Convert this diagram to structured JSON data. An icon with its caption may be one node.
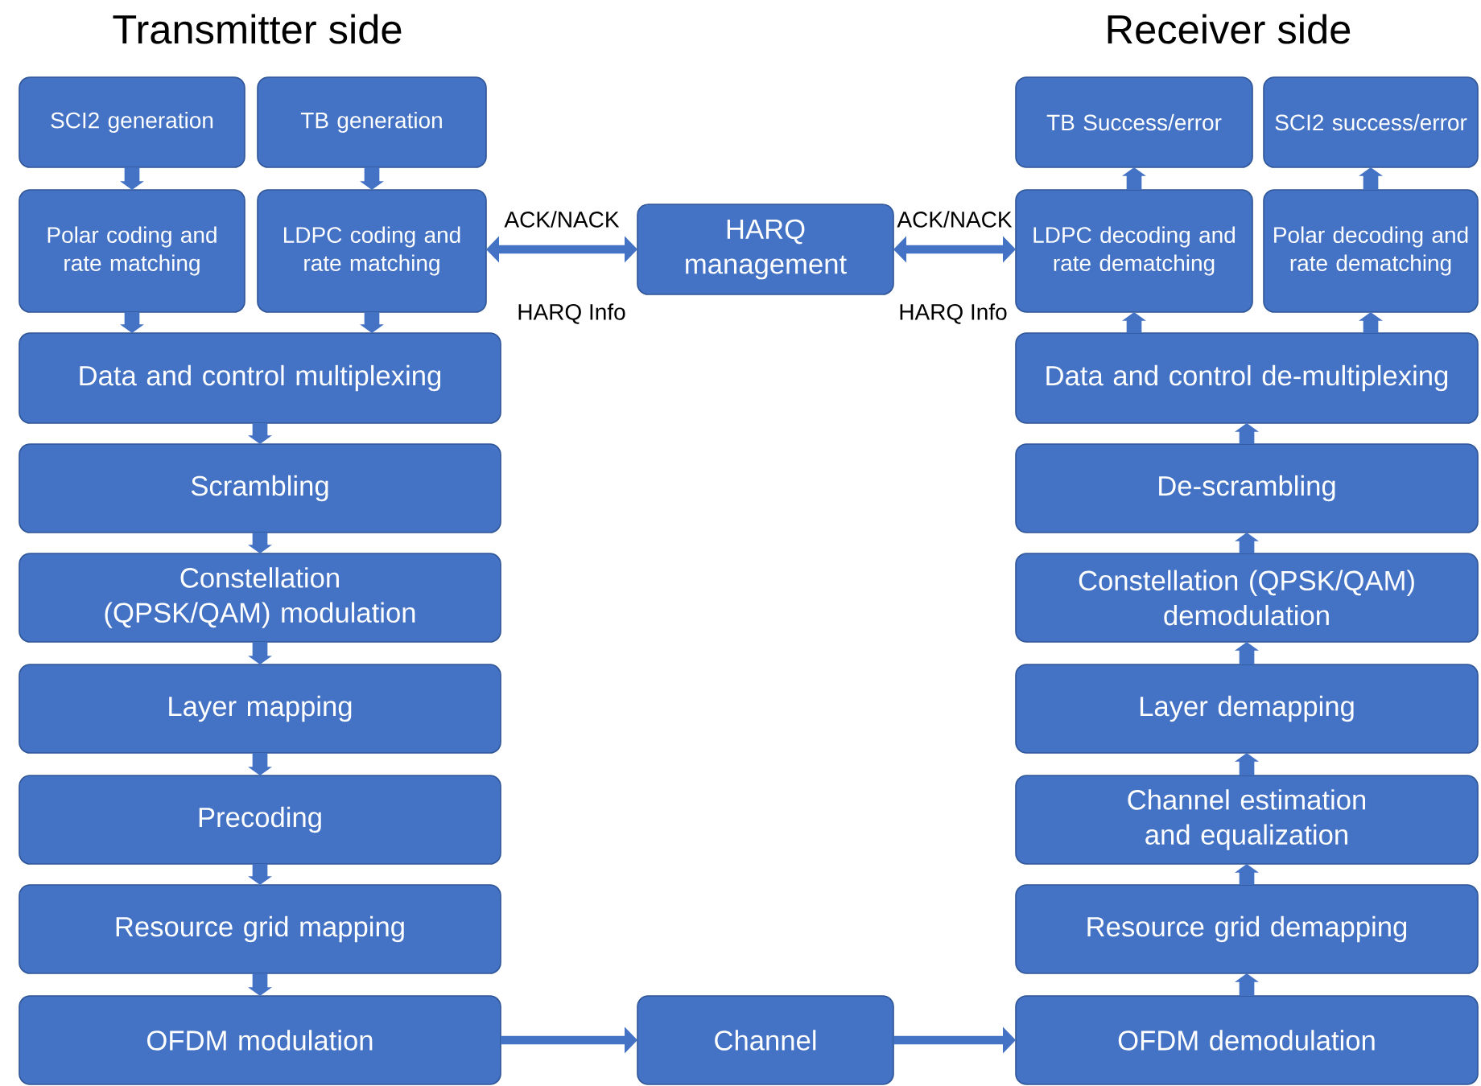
{
  "diagram": {
    "nodes": [
      {
        "text": [
          "SCI2 generation"
        ]
      },
      {
        "text": [
          "TB generation"
        ]
      },
      {
        "text": [
          "Polar coding and rate matching"
        ]
      },
      {
        "text": [
          "LDPC coding and rate matching"
        ]
      },
      {
        "text": [
          "Data and control multiplexing"
        ]
      },
      {
        "text": [
          "Scrambling"
        ]
      },
      {
        "text": [
          "Constellation (QPSK/QAM) modulation"
        ]
      },
      {
        "text": [
          "Layer mapping"
        ]
      },
      {
        "text": [
          "Precoding"
        ]
      },
      {
        "text": [
          "Resource grid mapping"
        ]
      },
      {
        "text": [
          "OFDM modulation"
        ]
      },
      {
        "text": [
          "HARQ management"
        ]
      },
      {
        "text": [
          "Channel"
        ]
      },
      {
        "text": [
          "TB Success/error"
        ]
      },
      {
        "text": [
          "SCI2 success/error"
        ]
      },
      {
        "text": [
          "LDPC decoding and rate dematching"
        ]
      },
      {
        "text": [
          "Polar decoding and rate dematching"
        ]
      },
      {
        "text": [
          "Data and control de-multiplexing"
        ]
      },
      {
        "text": [
          "De-scrambling"
        ]
      },
      {
        "text": [
          "Constellation (QPSK/QAM) demodulation"
        ]
      },
      {
        "text": [
          "Layer demapping"
        ]
      },
      {
        "text": [
          "Channel estimation and equalization"
        ]
      },
      {
        "text": [
          "Resource grid demapping"
        ]
      },
      {
        "text": [
          "OFDM demodulation"
        ]
      }
    ],
    "edges": [
      {
        "from": 0,
        "to": 2,
        "arrow": "to"
      },
      {
        "from": 1,
        "to": 3,
        "arrow": "to"
      },
      {
        "from": 2,
        "to": 4,
        "arrow": "to"
      },
      {
        "from": 3,
        "to": 4,
        "arrow": "to"
      },
      {
        "from": 4,
        "to": 5,
        "arrow": "to"
      },
      {
        "from": 5,
        "to": 6,
        "arrow": "to"
      },
      {
        "from": 6,
        "to": 7,
        "arrow": "to"
      },
      {
        "from": 7,
        "to": 8,
        "arrow": "to"
      },
      {
        "from": 8,
        "to": 9,
        "arrow": "to"
      },
      {
        "from": 9,
        "to": 10,
        "arrow": "to"
      },
      {
        "from": 10,
        "to": 12,
        "arrow": "to"
      },
      {
        "from": 12,
        "to": 23,
        "arrow": "to"
      },
      {
        "from": 23,
        "to": 22,
        "arrow": "to"
      },
      {
        "from": 22,
        "to": 21,
        "arrow": "to"
      },
      {
        "from": 21,
        "to": 20,
        "arrow": "to"
      },
      {
        "from": 20,
        "to": 19,
        "arrow": "to"
      },
      {
        "from": 19,
        "to": 18,
        "arrow": "to"
      },
      {
        "from": 18,
        "to": 17,
        "arrow": "to"
      },
      {
        "from": 17,
        "to": 15,
        "arrow": "to"
      },
      {
        "from": 17,
        "to": 16,
        "arrow": "to"
      },
      {
        "from": 15,
        "to": 13,
        "arrow": "to"
      },
      {
        "from": 16,
        "to": 14,
        "arrow": "to"
      },
      {
        "from": 3,
        "to": 11,
        "arrow": "both",
        "label": "ACK/NACK"
      },
      {
        "from": 11,
        "to": 15,
        "arrow": "both",
        "label": "ACK/NACK"
      }
    ],
    "labels": [
      "Transmitter side",
      "Receiver side",
      "HARQ Info",
      "HARQ Info"
    ]
  }
}
